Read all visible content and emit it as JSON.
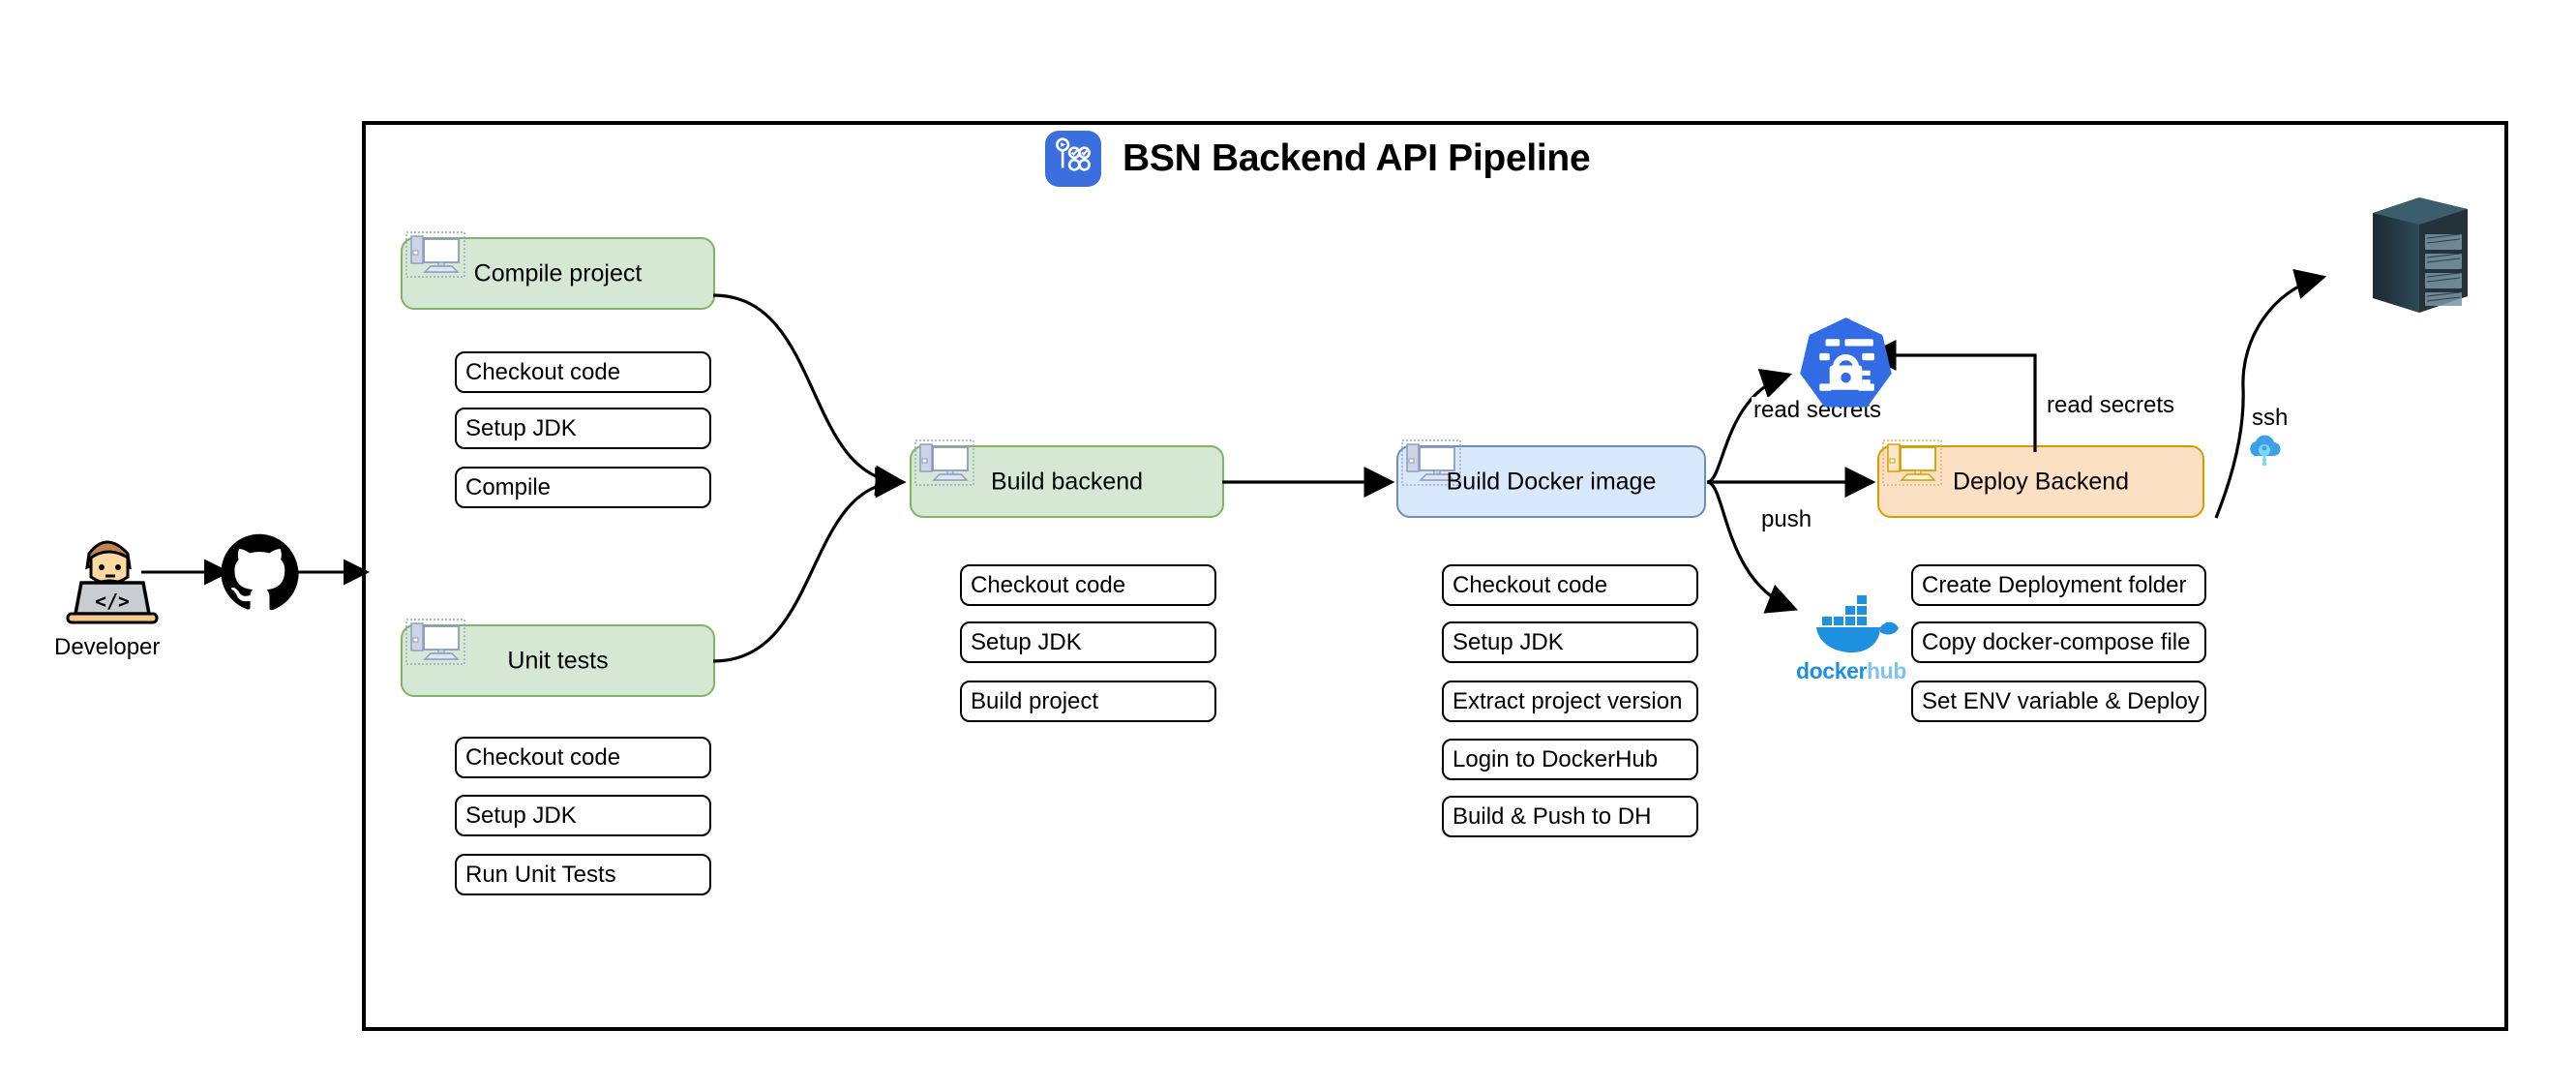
{
  "header": {
    "title": "BSN Backend API Pipeline",
    "icon": "pipeline-icon",
    "icon_color": "#3b6fe0"
  },
  "source": {
    "developer_label": "Developer",
    "developer_icon": "developer-at-laptop-icon",
    "github_icon": "github-icon"
  },
  "colors": {
    "green_fill": "#d5e8d4",
    "green_border": "#82b366",
    "blue_fill": "#dae8fc",
    "blue_border": "#6c8ebf",
    "orange_fill": "#fbe0c4",
    "orange_border": "#d79b00",
    "edge": "#000000",
    "docker_blue": "#1d91e0",
    "k8s_blue": "#326ce5"
  },
  "stages": [
    {
      "id": "compile-project",
      "label": "Compile project",
      "color": "green",
      "icon": "computer-icon",
      "steps": [
        "Checkout code",
        "Setup JDK",
        "Compile"
      ]
    },
    {
      "id": "unit-tests",
      "label": "Unit tests",
      "color": "green",
      "icon": "computer-icon",
      "steps": [
        "Checkout code",
        "Setup JDK",
        "Run Unit Tests"
      ]
    },
    {
      "id": "build-backend",
      "label": "Build backend",
      "color": "green",
      "icon": "computer-icon",
      "steps": [
        "Checkout code",
        "Setup JDK",
        "Build project"
      ]
    },
    {
      "id": "build-docker-image",
      "label": "Build Docker image",
      "color": "blue",
      "icon": "computer-icon",
      "steps": [
        "Checkout code",
        "Setup JDK",
        "Extract project version",
        "Login to DockerHub",
        "Build & Push to DH"
      ]
    },
    {
      "id": "deploy-backend",
      "label": "Deploy Backend",
      "color": "orange",
      "icon": "computer-icon",
      "steps": [
        "Create Deployment folder",
        "Copy docker-compose file",
        "Set ENV variable & Deploy"
      ]
    }
  ],
  "external": {
    "k8s_secrets_icon": "kubernetes-secret-icon",
    "dockerhub_icon": "dockerhub-whale-icon",
    "dockerhub_label_1": "docker",
    "dockerhub_label_2": "hub",
    "server_icon": "server-rack-icon",
    "ssh_key_icon": "ssh-key-cloud-icon"
  },
  "edge_labels": {
    "read_secrets_left": "read secrets",
    "read_secrets_right": "read secrets",
    "push": "push",
    "ssh": "ssh"
  }
}
